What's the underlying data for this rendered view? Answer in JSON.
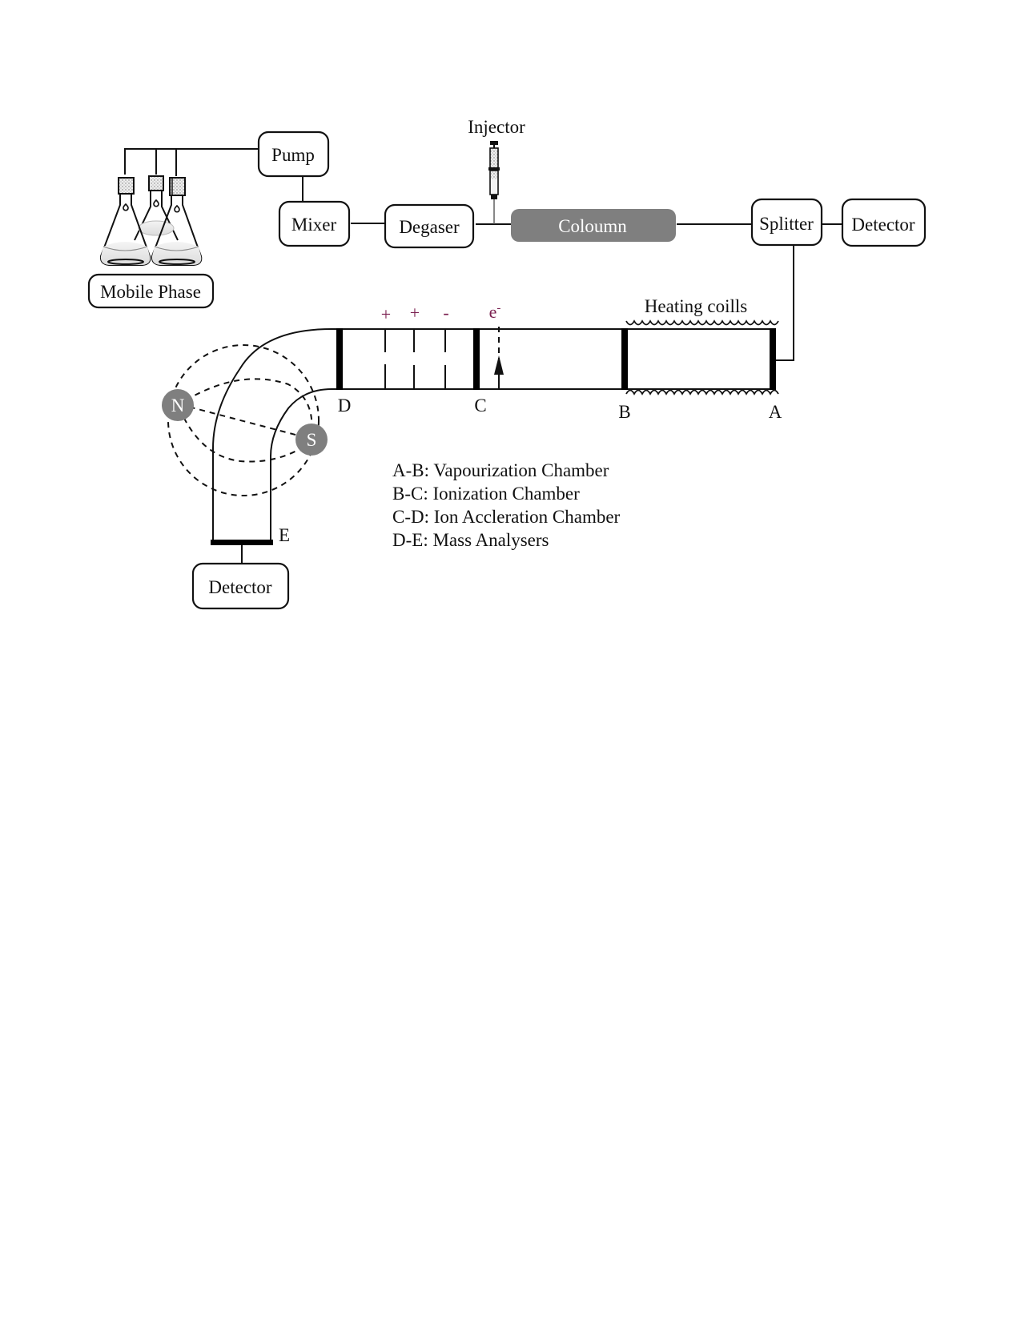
{
  "hplc": {
    "mobile_phase": "Mobile Phase",
    "pump": "Pump",
    "mixer": "Mixer",
    "degaser": "Degaser",
    "injector": "Injector",
    "column": "Coloumn",
    "splitter": "Splitter",
    "detector": "Detector"
  },
  "mass_spec": {
    "heating_coils": "Heating coills",
    "charges": [
      "+",
      "+",
      "-"
    ],
    "electron": "e",
    "electron_sup": "-",
    "points": {
      "A": "A",
      "B": "B",
      "C": "C",
      "D": "D",
      "E": "E"
    },
    "magnet_north": "N",
    "magnet_south": "S",
    "detector": "Detector"
  },
  "legend": [
    "A-B: Vapourization Chamber",
    "B-C: Ionization Chamber",
    "C-D: Ion Accleration Chamber",
    "D-E: Mass Analysers"
  ],
  "colors": {
    "column_fill": "#7f7f7f",
    "magnet_fill": "#7f7f7f",
    "charge_text": "#7a1f4f"
  }
}
